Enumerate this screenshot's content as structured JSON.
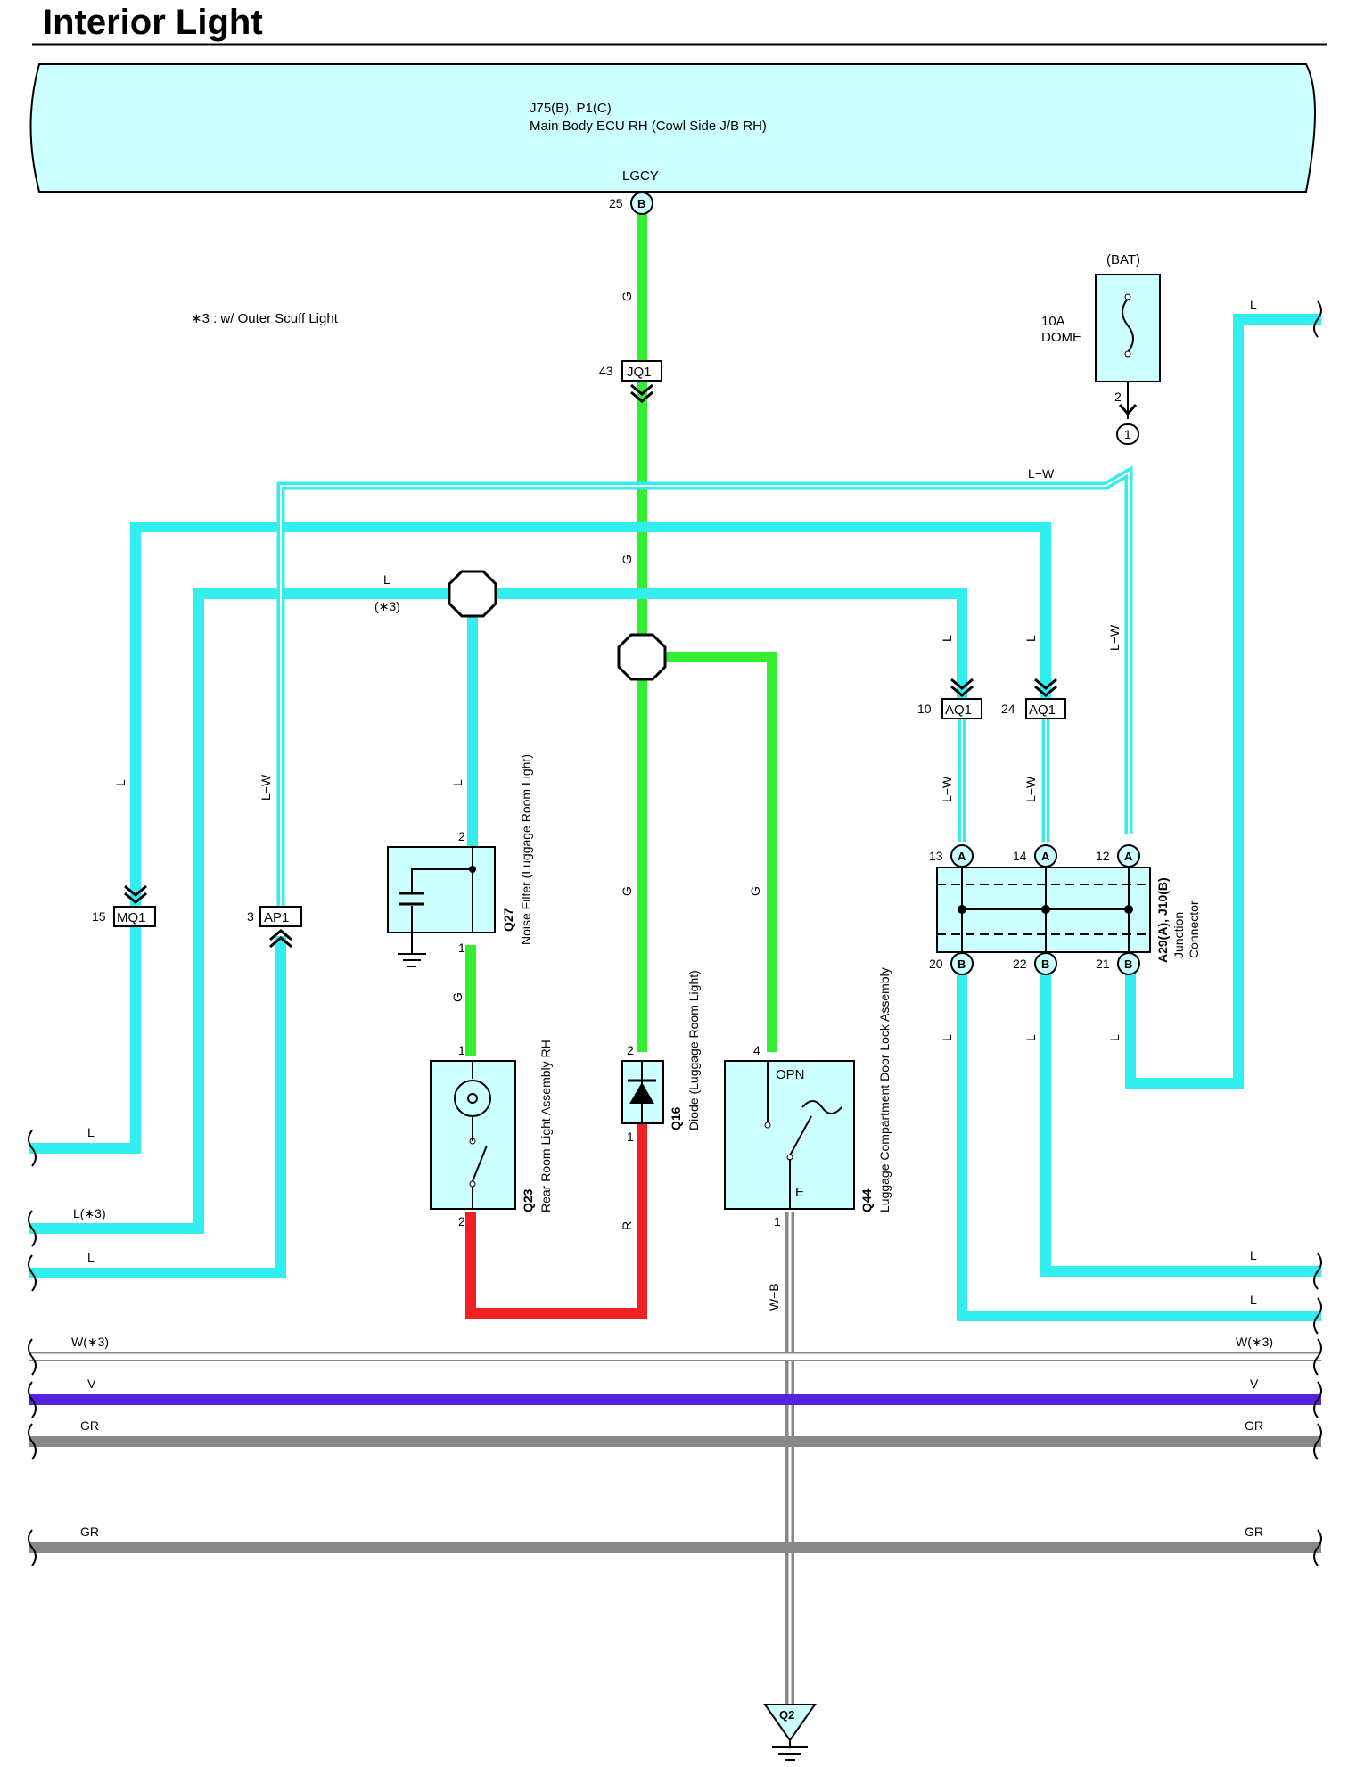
{
  "title": "Interior Light",
  "ecu": {
    "connectors": "J75(B), P1(C)",
    "name": "Main Body ECU RH (Cowl Side J/B RH)",
    "terminal": "LGCY",
    "pin": "25",
    "connector_letter": "B"
  },
  "note": "∗3 : w/ Outer Scuff Light",
  "fuse": {
    "source": "(BAT)",
    "rating": "10A",
    "name": "DOME",
    "out_pin": "2",
    "junction_pin": "1"
  },
  "connectors": {
    "jq1": {
      "id": "JQ1",
      "pin": "43"
    },
    "aq1_10": {
      "id": "AQ1",
      "pin": "10"
    },
    "aq1_24": {
      "id": "AQ1",
      "pin": "24"
    },
    "mq1": {
      "id": "MQ1",
      "pin": "15"
    },
    "ap1": {
      "id": "AP1",
      "pin": "3"
    }
  },
  "components": {
    "q27": {
      "code": "Q27",
      "name": "Noise Filter (Luggage Room Light)",
      "pin_top": "2",
      "pin_bottom": "1"
    },
    "q23": {
      "code": "Q23",
      "name": "Rear Room Light Assembly RH",
      "pin_top": "1",
      "pin_bottom": "2"
    },
    "q16": {
      "code": "Q16",
      "name": "Diode (Luggage Room Light)",
      "pin_top": "2",
      "pin_bottom": "1"
    },
    "q44": {
      "code": "Q44",
      "name": "Luggage Compartment Door Lock Assembly",
      "pin_top": "4",
      "pin_bottom": "1",
      "opn": "OPN",
      "e": "E"
    },
    "junction": {
      "code": "A29(A), J10(B)",
      "name1": "Junction",
      "name2": "Connector",
      "pins_top": [
        "13",
        "14",
        "12"
      ],
      "letters_top": [
        "A",
        "A",
        "A"
      ],
      "pins_bottom": [
        "20",
        "22",
        "21"
      ],
      "letters_bottom": [
        "B",
        "B",
        "B"
      ]
    },
    "ground": {
      "id": "Q2"
    }
  },
  "wire_labels": {
    "g": "G",
    "l": "L",
    "lw": "L−W",
    "r": "R",
    "wb": "W−B",
    "l3": "L(∗3)",
    "l3_paren": "(∗3)",
    "w3": "W(∗3)",
    "v": "V",
    "gr": "GR"
  },
  "colors": {
    "cyan": "#33eeee",
    "green": "#33ee33",
    "red": "#ee2222",
    "violet": "#5522dd",
    "gray": "#888888",
    "box_fill": "#ccffff"
  }
}
